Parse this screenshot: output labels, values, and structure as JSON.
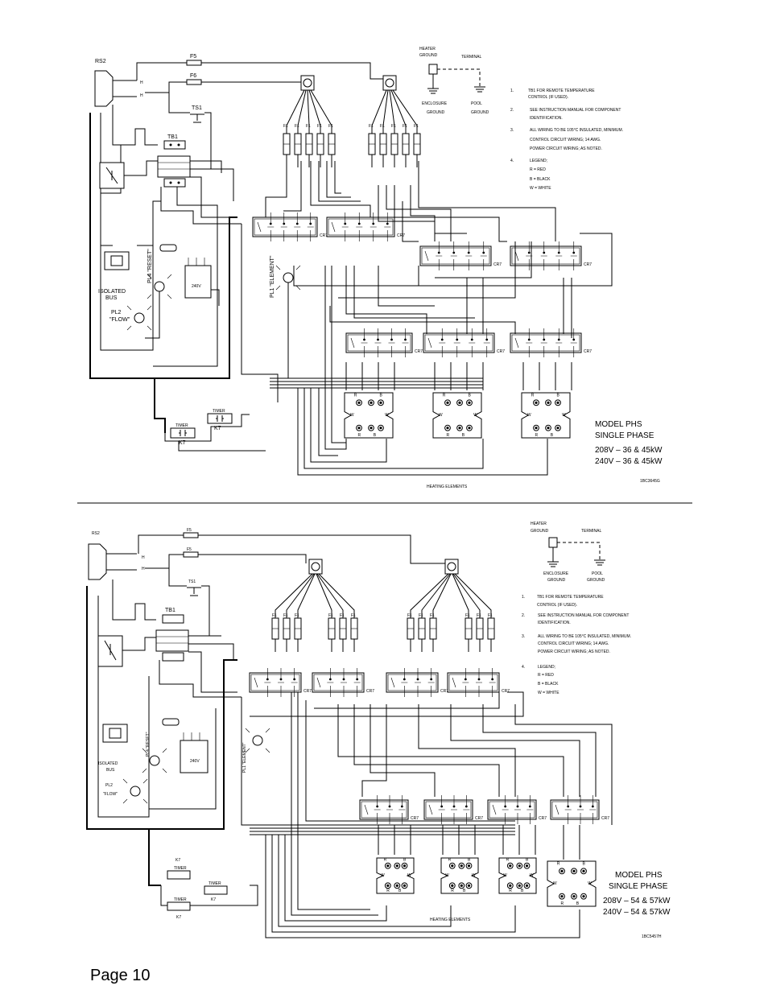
{
  "page_label": "Page 10",
  "diagram1": {
    "rs": "RS2",
    "fuses_ctrl": [
      "F5",
      "F6"
    ],
    "ts": "TS1",
    "tb": "TB1",
    "fuse_power": "F1",
    "relay": "CR7",
    "pl4": "PL4 \"RESET\"",
    "pl1": "PL1 \"ELEMENT\"",
    "pl2": [
      "PL2",
      "\"FLOW\""
    ],
    "iso_bus": [
      "ISOLATED",
      "BUS"
    ],
    "transformer": "240V",
    "timer": "TIMER",
    "k7": "K7",
    "heater_ground": [
      "HEATER",
      "GROUND"
    ],
    "terminal": "TERMINAL",
    "enclosure_ground": [
      "ENCLOSURE",
      "GROUND"
    ],
    "pool_ground": [
      "POOL",
      "GROUND"
    ],
    "notes": [
      {
        "num": "1.",
        "lines": [
          "TB1 FOR REMOTE TEMPERATURE",
          "CONTROL (IF USED)."
        ]
      },
      {
        "num": "2.",
        "lines": [
          "SEE INSTRUCTION MANUAL FOR COMPONENT",
          "IDENTIFICATION."
        ]
      },
      {
        "num": "3.",
        "lines": [
          "ALL WIRING TO BE 105°C INSULATED, MINIMUM.",
          "CONTROL CIRCUIT WIRING; 14 AWG.",
          "POWER CIRCUIT WIRING; AS NOTED."
        ]
      },
      {
        "num": "4.",
        "lines": [
          "LEGEND;",
          "R = RED",
          "B = BLACK",
          "W = WHITE"
        ]
      }
    ],
    "model": [
      "MODEL PHS",
      "SINGLE PHASE",
      "208V – 36 & 45kW",
      "240V – 36 & 45kW"
    ],
    "heating_elements": "HEATING ELEMENTS",
    "drawing_no": "1BC3645G"
  },
  "diagram2": {
    "rs": "RS2",
    "fuses_ctrl": [
      "F5",
      "F5"
    ],
    "ts": "TS1",
    "tb": "TB1",
    "fuse_power": "F1",
    "relay": "CR7",
    "pl4": "PL4 \"RESET\"",
    "pl1": "PL1 \"ELEMENT\"",
    "pl2": [
      "PL2",
      "\"FLOW\""
    ],
    "iso_bus": [
      "ISOLATED",
      "BUS"
    ],
    "transformer": "240V",
    "timer": "TIMER",
    "k7": "K7",
    "heater_ground": [
      "HEATER",
      "GROUND"
    ],
    "terminal": "TERMINAL",
    "enclosure_ground": [
      "ENCLOSURE",
      "GROUND"
    ],
    "pool_ground": [
      "POOL",
      "GROUND"
    ],
    "notes": [
      {
        "num": "1.",
        "lines": [
          "TB1 FOR REMOTE TEMPERATURE",
          "CONTROL (IF USED)."
        ]
      },
      {
        "num": "2.",
        "lines": [
          "SEE INSTRUCTION MANUAL FOR COMPONENT",
          "IDENTIFICATION."
        ]
      },
      {
        "num": "3.",
        "lines": [
          "ALL WIRING TO BE 105°C INSULATED, MINIMUM.",
          "CONTROL CIRCUIT WIRING; 14 AWG.",
          "POWER CIRCUIT WIRING; AS NOTED."
        ]
      },
      {
        "num": "4.",
        "lines": [
          "LEGEND;",
          "R = RED",
          "B = BLACK",
          "W = WHITE"
        ]
      }
    ],
    "model": [
      "MODEL PHS",
      "SINGLE PHASE",
      "208V – 54 & 57kW",
      "240V – 54 & 57kW"
    ],
    "heating_elements": "HEATING ELEMENTS",
    "drawing_no": "1BC5457H"
  },
  "terminal_letters": {
    "r": "R",
    "b": "B",
    "w": "W"
  }
}
